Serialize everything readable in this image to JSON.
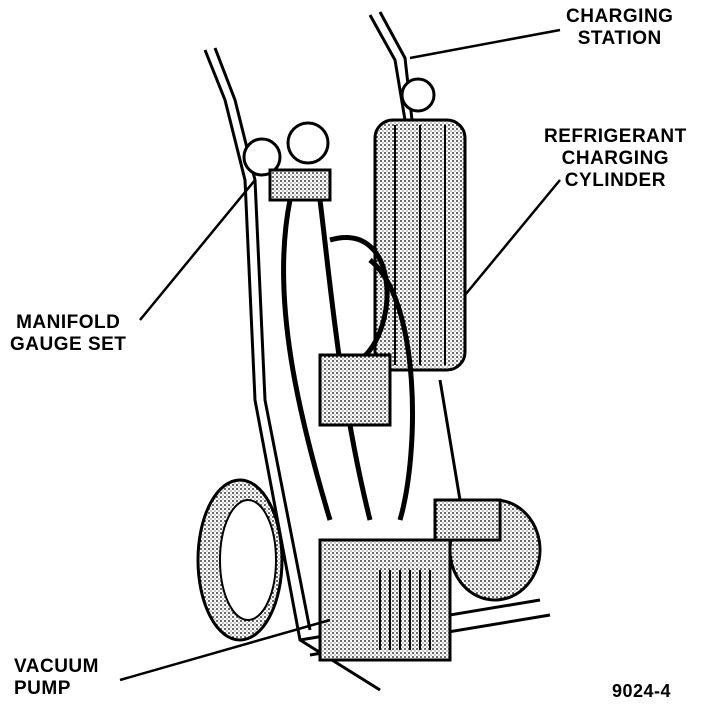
{
  "labels": {
    "charging_station": [
      "CHARGING",
      "STATION"
    ],
    "charging_cylinder": [
      "REFRIGERANT",
      "CHARGING",
      "CYLINDER"
    ],
    "manifold_gauge_set": [
      "MANIFOLD",
      "GAUGE SET"
    ],
    "vacuum_pump": [
      "VACUUM",
      "PUMP"
    ]
  },
  "figure_number": "9024-4"
}
